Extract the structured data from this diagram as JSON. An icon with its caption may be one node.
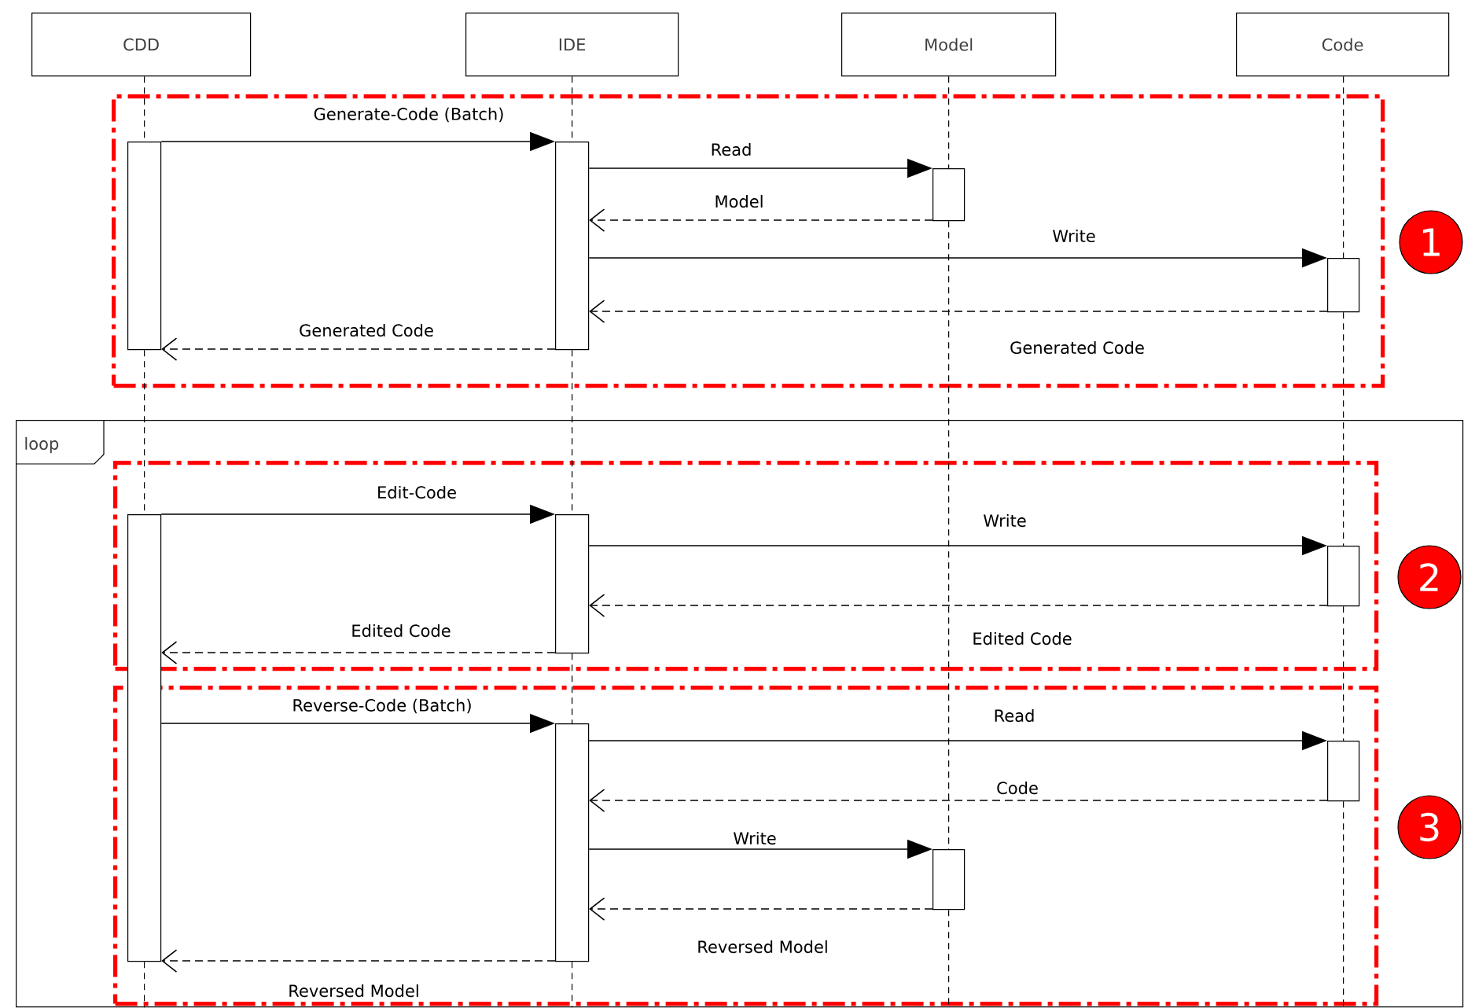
{
  "diagram": {
    "nodes": [
      {
        "text": [
          "CDD"
        ]
      },
      {
        "text": [
          "IDE"
        ]
      },
      {
        "text": [
          "Model"
        ]
      },
      {
        "text": [
          "Code"
        ]
      },
      {
        "text": [],
        "shape": "box"
      },
      {
        "text": [],
        "shape": "bar",
        "in": 4
      },
      {
        "text": [],
        "shape": "bar",
        "in": 4
      },
      {
        "text": [],
        "shape": "bar",
        "in": 4
      },
      {
        "text": [],
        "shape": "bar",
        "in": 4
      },
      {
        "text": [
          "1"
        ]
      },
      {
        "text": [
          "loop"
        ]
      },
      {
        "text": [],
        "shape": "bar",
        "in": 10
      },
      {
        "text": [],
        "shape": "box",
        "in": 10
      },
      {
        "text": [],
        "shape": "bar",
        "in": 12
      },
      {
        "text": [],
        "shape": "bar",
        "in": 12
      },
      {
        "text": [
          "2"
        ],
        "in": 10
      },
      {
        "text": [],
        "shape": "box",
        "in": 10
      },
      {
        "text": [],
        "shape": "bar",
        "in": 16
      },
      {
        "text": [],
        "shape": "bar",
        "in": 16
      },
      {
        "text": [],
        "shape": "bar",
        "in": 16
      },
      {
        "text": [
          "3"
        ],
        "in": 10
      }
    ],
    "edges": [
      {
        "from": 5,
        "to": 6,
        "arrow": "to",
        "label": "Generate-Code (Batch)"
      },
      {
        "from": 6,
        "to": 7,
        "arrow": "to",
        "label": "Read"
      },
      {
        "from": 7,
        "to": 6,
        "arrow": "to",
        "style": "dashed",
        "label": "Model"
      },
      {
        "from": 6,
        "to": 8,
        "arrow": "to",
        "label": "Write"
      },
      {
        "from": 8,
        "to": 6,
        "arrow": "to",
        "style": "dashed",
        "label": "Generated Code"
      },
      {
        "from": 6,
        "to": 5,
        "arrow": "to",
        "style": "dashed",
        "label": "Generated Code"
      },
      {
        "from": 11,
        "to": 13,
        "arrow": "to",
        "label": "Edit-Code"
      },
      {
        "from": 13,
        "to": 14,
        "arrow": "to",
        "label": "Write"
      },
      {
        "from": 14,
        "to": 13,
        "arrow": "to",
        "style": "dashed",
        "label": "Edited Code"
      },
      {
        "from": 13,
        "to": 11,
        "arrow": "to",
        "style": "dashed",
        "label": "Edited Code"
      },
      {
        "from": 11,
        "to": 17,
        "arrow": "to",
        "label": "Reverse-Code (Batch)"
      },
      {
        "from": 17,
        "to": 18,
        "arrow": "to",
        "label": "Read"
      },
      {
        "from": 18,
        "to": 17,
        "arrow": "to",
        "style": "dashed",
        "label": "Code"
      },
      {
        "from": 17,
        "to": 19,
        "arrow": "to",
        "label": "Write"
      },
      {
        "from": 19,
        "to": 17,
        "arrow": "to",
        "style": "dashed",
        "label": "Reversed Model"
      },
      {
        "from": 17,
        "to": 11,
        "arrow": "to",
        "style": "dashed",
        "label": "Reversed Model"
      },
      {
        "from": 0,
        "to": 5,
        "arrow": "none",
        "style": "dashed"
      },
      {
        "from": 5,
        "to": 11,
        "arrow": "none",
        "style": "dashed"
      },
      {
        "from": 11,
        "to": 10,
        "arrow": "none",
        "style": "dashed"
      },
      {
        "from": 1,
        "to": 6,
        "arrow": "none",
        "style": "dashed"
      },
      {
        "from": 6,
        "to": 13,
        "arrow": "none",
        "style": "dashed"
      },
      {
        "from": 13,
        "to": 17,
        "arrow": "none",
        "style": "dashed"
      },
      {
        "from": 17,
        "to": 10,
        "arrow": "none",
        "style": "dashed"
      },
      {
        "from": 2,
        "to": 7,
        "arrow": "none",
        "style": "dashed"
      },
      {
        "from": 7,
        "to": 19,
        "arrow": "none",
        "style": "dashed"
      },
      {
        "from": 19,
        "to": 10,
        "arrow": "none",
        "style": "dashed"
      },
      {
        "from": 3,
        "to": 8,
        "arrow": "none",
        "style": "dashed"
      },
      {
        "from": 8,
        "to": 14,
        "arrow": "none",
        "style": "dashed"
      },
      {
        "from": 14,
        "to": 18,
        "arrow": "none",
        "style": "dashed"
      },
      {
        "from": 18,
        "to": 10,
        "arrow": "none",
        "style": "dashed"
      }
    ]
  }
}
